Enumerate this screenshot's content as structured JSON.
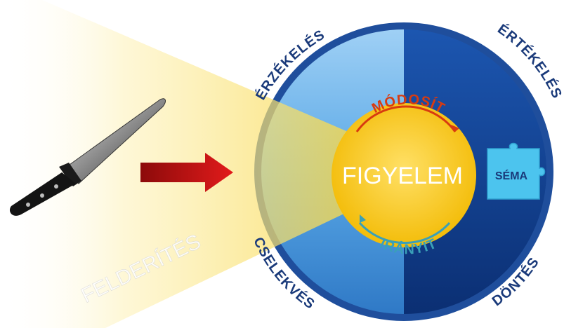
{
  "diagram": {
    "center_label": "FIGYELEM",
    "schema_label": "SÉMA",
    "top_arrow_label": "MÓDOSÍT",
    "bottom_arrow_label": "IRÁNYÍT",
    "quadrants": {
      "top_left": "ÉRZÉKELÉS",
      "top_right": "ÉRTÉKELÉS",
      "bottom_left": "CSELEKVÉS",
      "bottom_right": "DÖNTÉS"
    },
    "beam_label": "FELDERÍTÉS",
    "colors": {
      "outer_ring": "#1f4e9c",
      "left_half": "#4f9fe0",
      "right_half": "#0e3b86",
      "center_circle": "#f7c800",
      "beam": "#fbe27a",
      "arrow": "#c81010",
      "modosit_text": "#d83b10",
      "iranyit_text": "#3aa0b8",
      "puzzle": "#4cc4ee",
      "label_text": "#1a3a7a"
    }
  }
}
